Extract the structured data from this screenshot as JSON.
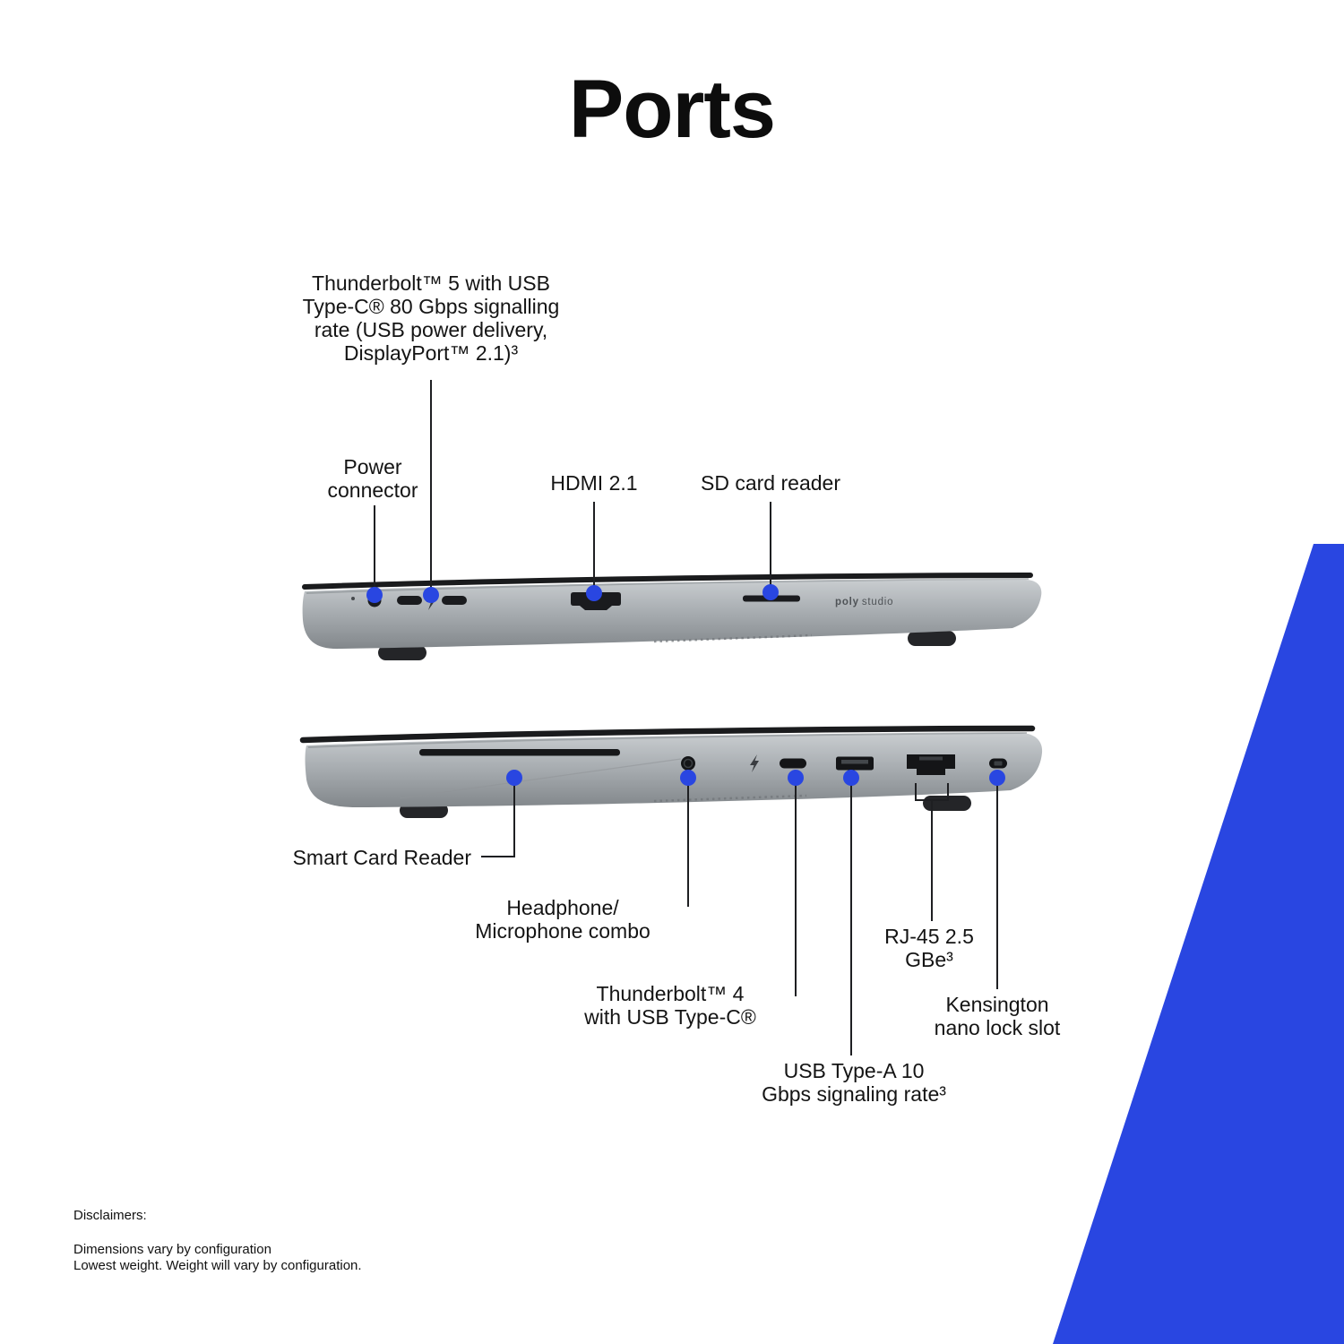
{
  "page": {
    "title": "Ports"
  },
  "colors": {
    "accent_blue": "#2946E1",
    "leader_line": "#1E1F22",
    "port_dark": "#1A1B1E"
  },
  "laptop": {
    "branding_bold": "poly",
    "branding_light": "studio"
  },
  "callouts": {
    "thunderbolt5": "Thunderbolt™ 5 with USB\nType-C® 80 Gbps signalling\nrate (USB power delivery,\nDisplayPort™ 2.1)³",
    "power": "Power\nconnector",
    "hdmi": "HDMI 2.1",
    "sd_card": "SD card reader",
    "smart_card": "Smart Card Reader",
    "headphone": "Headphone/\nMicrophone combo",
    "thunderbolt4": "Thunderbolt™ 4\nwith USB Type-C®",
    "usb_a": "USB Type-A 10\nGbps signaling rate³",
    "rj45": "RJ-45 2.5\nGBe³",
    "kensington": "Kensington\nnano lock slot"
  },
  "disclaimers": {
    "heading": "Disclaimers:",
    "line1": "Dimensions vary by configuration",
    "line2": "Lowest weight. Weight will vary by configuration."
  }
}
